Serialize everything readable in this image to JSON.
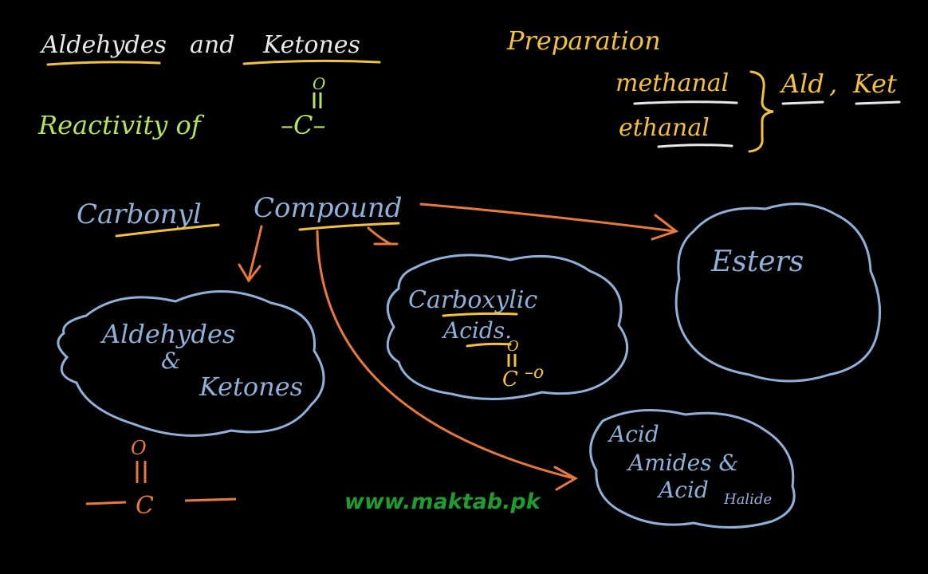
{
  "colors": {
    "background": "#000000",
    "white": "#e8e8e8",
    "green": "#b6e35a",
    "yellow": "#f3c13a",
    "blue": "#8fb0d8",
    "orange": "#e8793a",
    "watermark": "#1f9c2e"
  },
  "heading": {
    "aldehydes": "Aldehydes",
    "and": "and",
    "ketones": "Ketones"
  },
  "reactivity": {
    "label": "Reactivity of",
    "group_left": "–C–",
    "oxygen": "O"
  },
  "preparation": {
    "title": "Preparation",
    "methanal": "methanal",
    "ethanal": "ethanal",
    "ald": "Ald",
    "comma": ",",
    "ket": "Ket"
  },
  "carbonyl": {
    "word1": "Carbonyl",
    "word2": "Compound"
  },
  "clouds": {
    "ald_ket": {
      "line1": "Aldehydes",
      "line2": "&",
      "line3": "Ketones"
    },
    "carboxylic": {
      "line1": "Carboxylic",
      "line2": "Acids.",
      "carbon": "C",
      "oxygen": "O",
      "tail": "–o"
    },
    "esters": {
      "line1": "Esters"
    },
    "amides": {
      "line1": "Acid",
      "line2": "Amides &",
      "line3": "Acid",
      "line4": "Halide"
    }
  },
  "carbonyl_structure": {
    "oxygen": "O",
    "carbon": "C"
  },
  "watermark": "www.maktab.pk"
}
